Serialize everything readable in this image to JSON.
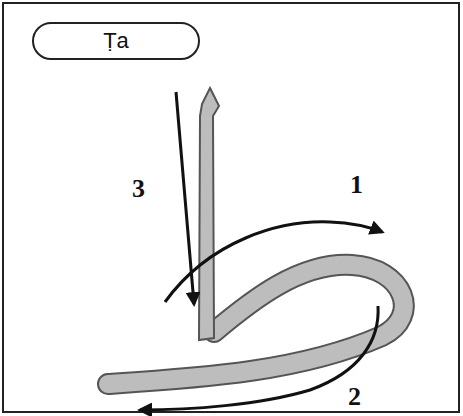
{
  "diagram": {
    "nodes": [
      {
        "text": [
          "Ṭa"
        ]
      }
    ],
    "labels": [
      "3",
      "1",
      "2"
    ]
  }
}
